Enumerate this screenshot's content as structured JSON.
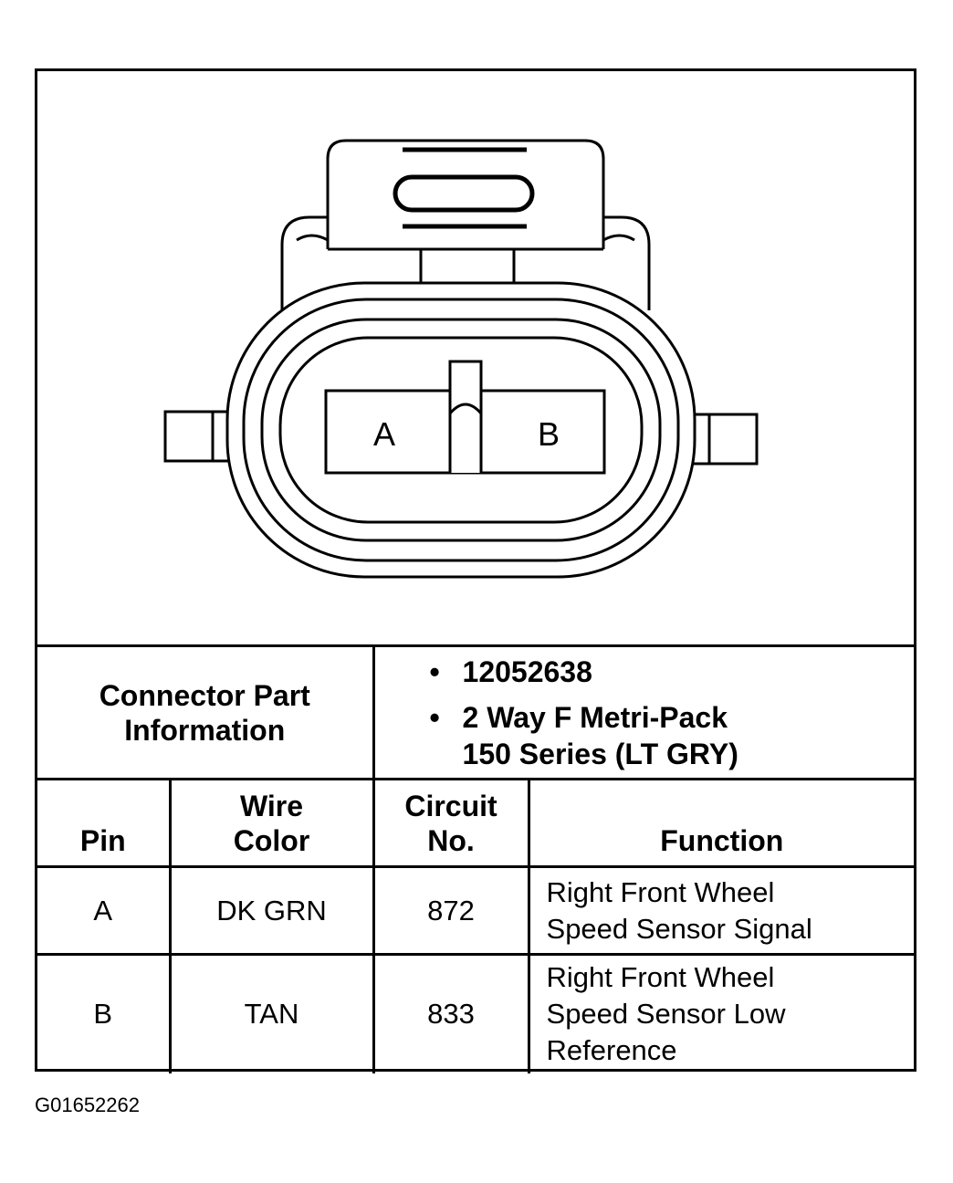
{
  "connector": {
    "pin_a_label": "A",
    "pin_b_label": "B"
  },
  "part_info": {
    "label_line1": "Connector Part",
    "label_line2": "Information",
    "bullet_symbol": "•",
    "part_number": "12052638",
    "description_line1": "2 Way F Metri-Pack",
    "description_line2": "150 Series (LT GRY)"
  },
  "table": {
    "headers": {
      "pin": "Pin",
      "wire_color_line1": "Wire",
      "wire_color_line2": "Color",
      "circuit_line1": "Circuit",
      "circuit_line2": "No.",
      "function": "Function"
    },
    "rows": [
      {
        "pin": "A",
        "wire_color": "DK GRN",
        "circuit": "872",
        "function_lines": [
          "Right Front Wheel",
          "Speed Sensor Signal"
        ]
      },
      {
        "pin": "B",
        "wire_color": "TAN",
        "circuit": "833",
        "function_lines": [
          "Right Front Wheel",
          "Speed Sensor Low",
          "Reference"
        ]
      }
    ]
  },
  "figure_id": "G01652262"
}
